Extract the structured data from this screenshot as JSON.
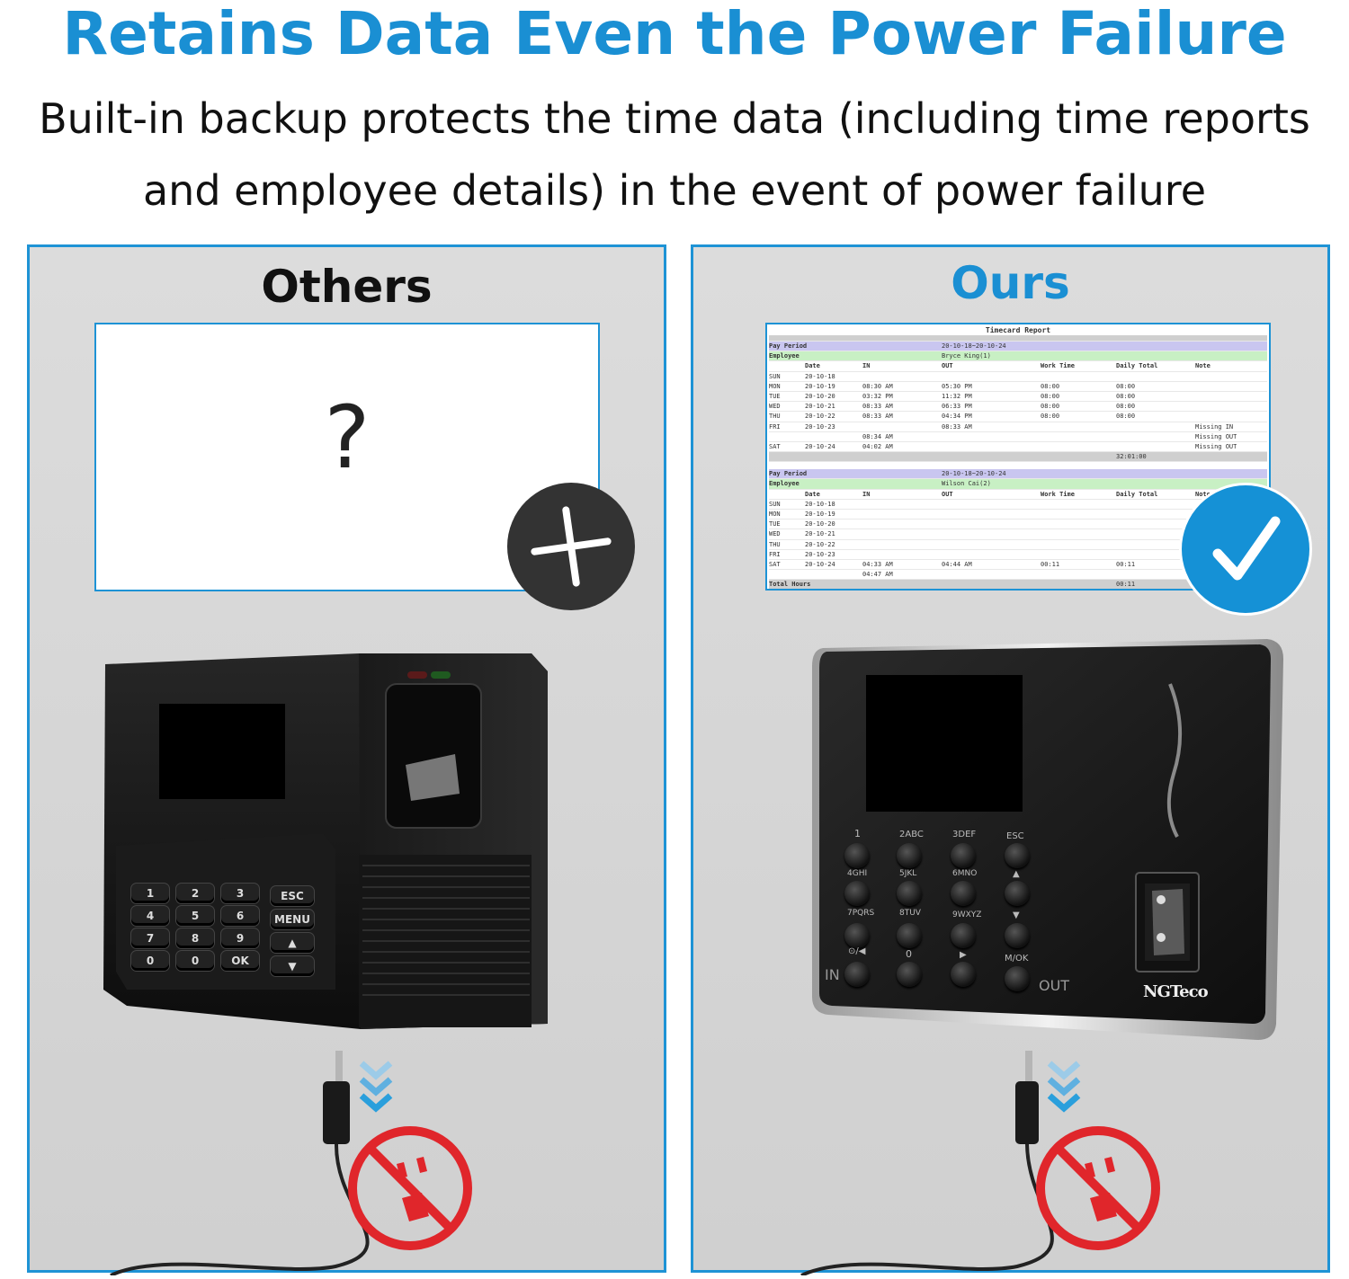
{
  "header": {
    "headline": "Retains Data Even the Power Failure",
    "subline_1": "Built-in backup protects the time data (including time reports",
    "subline_2": "and employee details) in the event of power failure"
  },
  "colors": {
    "accent": "#1e93d5",
    "frame_border": "#1e93d5",
    "x_badge": "#333333",
    "check_badge": "#1591d6",
    "no_power_red": "#e0262b",
    "arrow_blue": "#2a9fdc"
  },
  "left_panel": {
    "title": "Others",
    "screen_text": "?",
    "badge_icon": "x-mark-icon",
    "keypad": {
      "keys": [
        "1",
        "2",
        "3",
        "ESC",
        "4",
        "5",
        "6",
        "MENU",
        "7",
        "8",
        "9",
        "▲",
        "0",
        "0",
        "OK",
        "▼"
      ]
    }
  },
  "right_panel": {
    "title": "Ours",
    "badge_icon": "check-mark-icon",
    "report": {
      "title": "Timecard Report",
      "block1": {
        "pay_period_label": "Pay Period",
        "pay_period_value": "20-10-18~20-10-24",
        "employee_label": "Employee",
        "employee_value": "Bryce King(1)",
        "columns": [
          "Date",
          "IN",
          "OUT",
          "Work Time",
          "Daily Total",
          "Note"
        ],
        "rows": [
          [
            "SUN",
            "20-10-18",
            "",
            "",
            "",
            "",
            ""
          ],
          [
            "MON",
            "20-10-19",
            "08:30 AM",
            "05:30 PM",
            "08:00",
            "08:00",
            ""
          ],
          [
            "TUE",
            "20-10-20",
            "03:32 PM",
            "11:32 PM",
            "08:00",
            "08:00",
            ""
          ],
          [
            "WED",
            "20-10-21",
            "08:33 AM",
            "06:33 PM",
            "08:00",
            "08:00",
            ""
          ],
          [
            "THU",
            "20-10-22",
            "08:33 AM",
            "04:34 PM",
            "08:00",
            "08:00",
            ""
          ],
          [
            "FRI",
            "20-10-23",
            "",
            "08:33 AM",
            "",
            "",
            "Missing IN"
          ],
          [
            "",
            "",
            "08:34 AM",
            "",
            "",
            "",
            "Missing OUT"
          ],
          [
            "SAT",
            "20-10-24",
            "04:02 AM",
            "",
            "",
            "",
            "Missing OUT"
          ]
        ],
        "total": "32:01:00"
      },
      "block2": {
        "pay_period_label": "Pay Period",
        "pay_period_value": "20-10-18~20-10-24",
        "employee_label": "Employee",
        "employee_value": "Wilson Cai(2)",
        "columns": [
          "Date",
          "IN",
          "OUT",
          "Work Time",
          "Daily Total",
          "Note"
        ],
        "rows": [
          [
            "SUN",
            "20-10-18",
            "",
            "",
            "",
            "",
            ""
          ],
          [
            "MON",
            "20-10-19",
            "",
            "",
            "",
            "",
            ""
          ],
          [
            "TUE",
            "20-10-20",
            "",
            "",
            "",
            "",
            ""
          ],
          [
            "WED",
            "20-10-21",
            "",
            "",
            "",
            "",
            ""
          ],
          [
            "THU",
            "20-10-22",
            "",
            "",
            "",
            "",
            ""
          ],
          [
            "FRI",
            "20-10-23",
            "",
            "",
            "",
            "",
            ""
          ],
          [
            "SAT",
            "20-10-24",
            "04:33 AM",
            "04:44 AM",
            "00:11",
            "00:11",
            ""
          ],
          [
            "",
            "",
            "04:47 AM",
            "",
            "",
            "",
            ""
          ]
        ],
        "total_label": "Total Hours",
        "total": "00:11"
      }
    },
    "keypad": {
      "labels": [
        "1",
        "2ABC",
        "3DEF",
        "ESC",
        "4GHI",
        "5JKL",
        "6MNO",
        "▲",
        "7PQRS",
        "8TUV",
        "9WXYZ",
        "▼",
        "⊙/◀",
        "0",
        "▶",
        "M/OK"
      ],
      "in_label": "IN",
      "out_label": "OUT"
    },
    "brand": "NGTeco"
  }
}
